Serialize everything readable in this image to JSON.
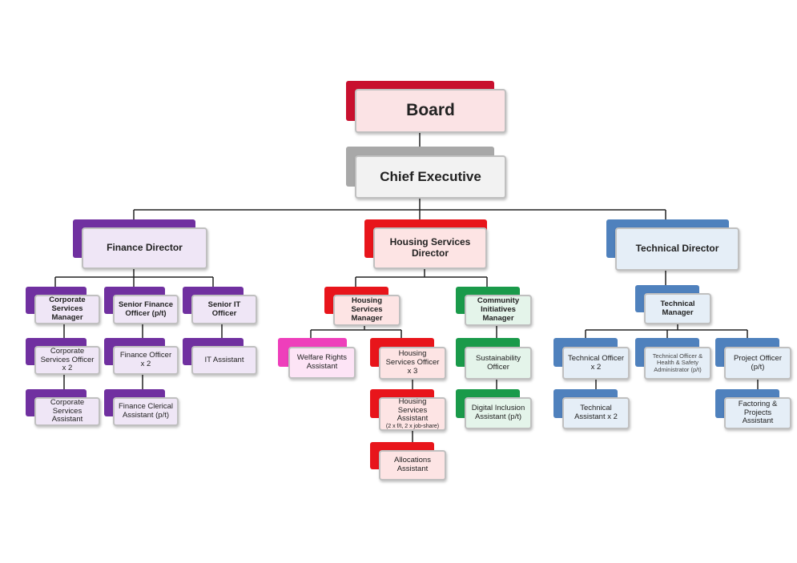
{
  "colors": {
    "board": "#c8102e",
    "exec": "#a8a8a8",
    "finance": "#7030a0",
    "housing": "#e8151b",
    "community": "#1a9a4a",
    "technical": "#4f81bd",
    "welfare": "#ee3fbb",
    "line": "#222222"
  },
  "board": {
    "label": "Board"
  },
  "chief": {
    "label": "Chief Executive"
  },
  "finance": {
    "director": "Finance Director",
    "corporate_manager": "Corporate Services Manager",
    "corporate_officer": "Corporate Services Officer x 2",
    "corporate_assistant": "Corporate Services Assistant",
    "senior_finance": "Senior Finance Officer (p/t)",
    "finance_officer": "Finance Officer x 2",
    "finance_clerical": "Finance Clerical Assistant (p/t)",
    "senior_it": "Senior IT Officer",
    "it_assistant": "IT Assistant"
  },
  "housing": {
    "director": "Housing Services Director",
    "manager": "Housing Services Manager",
    "welfare": "Welfare Rights Assistant",
    "hs_officer": "Housing Services Officer x 3",
    "hs_assistant": "Housing Services Assistant",
    "hs_assistant_note": "(2 x f/t, 2 x job-share)",
    "allocations": "Allocations Assistant",
    "community_manager": "Community Initiatives Manager",
    "sustainability": "Sustainability Officer",
    "digital": "Digital Inclusion Assistant (p/t)"
  },
  "technical": {
    "director": "Technical Director",
    "manager": "Technical Manager",
    "tech_officer": "Technical Officer x 2",
    "tech_assistant": "Technical Assistant x 2",
    "health_safety": "Technical Officer & Health & Safety Administrator (p/t)",
    "project_officer": "Project Officer (p/t)",
    "factoring": "Factoring & Projects Assistant"
  }
}
